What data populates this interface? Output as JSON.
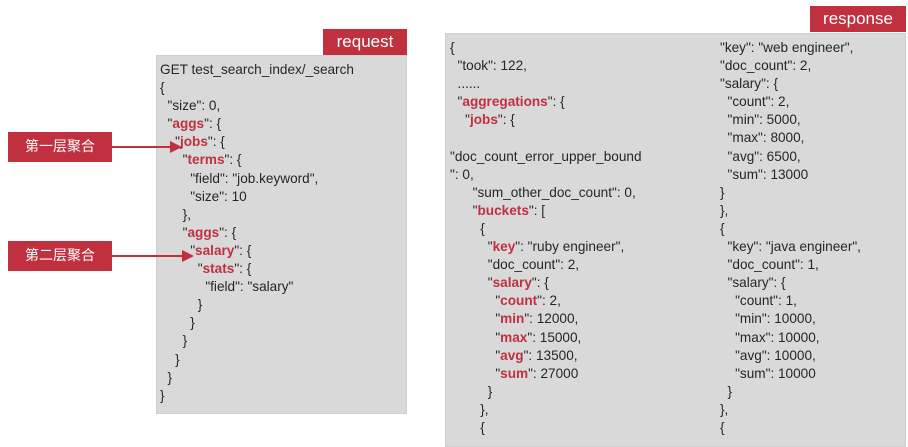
{
  "colors": {
    "accent": "#c0303f",
    "panel": "#d9d9d9",
    "text": "#262626"
  },
  "request": {
    "tab_label": "request",
    "lines": [
      [
        {
          "t": "GET test_search_index/_search"
        }
      ],
      [
        {
          "t": "{"
        }
      ],
      [
        {
          "t": "  \"size\": 0,"
        }
      ],
      [
        {
          "t": "  \""
        },
        {
          "t": "aggs",
          "k": true
        },
        {
          "t": "\": {"
        }
      ],
      [
        {
          "t": "    \""
        },
        {
          "t": "jobs",
          "k": true
        },
        {
          "t": "\": {"
        }
      ],
      [
        {
          "t": "      \""
        },
        {
          "t": "terms",
          "k": true
        },
        {
          "t": "\": {"
        }
      ],
      [
        {
          "t": "        \"field\": \"job.keyword\","
        }
      ],
      [
        {
          "t": "        \"size\": 10"
        }
      ],
      [
        {
          "t": "      },"
        }
      ],
      [
        {
          "t": "      \""
        },
        {
          "t": "aggs",
          "k": true
        },
        {
          "t": "\": {"
        }
      ],
      [
        {
          "t": "        \""
        },
        {
          "t": "salary",
          "k": true
        },
        {
          "t": "\": {"
        }
      ],
      [
        {
          "t": "          \""
        },
        {
          "t": "stats",
          "k": true
        },
        {
          "t": "\": {"
        }
      ],
      [
        {
          "t": "            \"field\": \"salary\""
        }
      ],
      [
        {
          "t": "          }"
        }
      ],
      [
        {
          "t": "        }"
        }
      ],
      [
        {
          "t": "      }"
        }
      ],
      [
        {
          "t": "    }"
        }
      ],
      [
        {
          "t": "  }"
        }
      ],
      [
        {
          "t": "}"
        }
      ]
    ]
  },
  "response": {
    "tab_label": "response",
    "left_lines": [
      [
        {
          "t": "{"
        }
      ],
      [
        {
          "t": "  \"took\": 122,"
        }
      ],
      [
        {
          "t": "  ......"
        }
      ],
      [
        {
          "t": "  \""
        },
        {
          "t": "aggregations",
          "k": true
        },
        {
          "t": "\": {"
        }
      ],
      [
        {
          "t": "    \""
        },
        {
          "t": "jobs",
          "k": true
        },
        {
          "t": "\": {"
        }
      ],
      [
        {
          "t": ""
        }
      ],
      [
        {
          "t": "\"doc_count_error_upper_bound"
        }
      ],
      [
        {
          "t": "\": 0,"
        }
      ],
      [
        {
          "t": "      \"sum_other_doc_count\": 0,"
        }
      ],
      [
        {
          "t": "      \""
        },
        {
          "t": "buckets",
          "k": true
        },
        {
          "t": "\": ["
        }
      ],
      [
        {
          "t": "        {"
        }
      ],
      [
        {
          "t": "          \""
        },
        {
          "t": "key",
          "k": true
        },
        {
          "t": "\": \"ruby engineer\","
        }
      ],
      [
        {
          "t": "          \"doc_count\": 2,"
        }
      ],
      [
        {
          "t": "          \""
        },
        {
          "t": "salary",
          "k": true
        },
        {
          "t": "\": {"
        }
      ],
      [
        {
          "t": "            \""
        },
        {
          "t": "count",
          "k": true
        },
        {
          "t": "\": 2,"
        }
      ],
      [
        {
          "t": "            \""
        },
        {
          "t": "min",
          "k": true
        },
        {
          "t": "\": 12000,"
        }
      ],
      [
        {
          "t": "            \""
        },
        {
          "t": "max",
          "k": true
        },
        {
          "t": "\": 15000,"
        }
      ],
      [
        {
          "t": "            \""
        },
        {
          "t": "avg",
          "k": true
        },
        {
          "t": "\": 13500,"
        }
      ],
      [
        {
          "t": "            \""
        },
        {
          "t": "sum",
          "k": true
        },
        {
          "t": "\": 27000"
        }
      ],
      [
        {
          "t": "          }"
        }
      ],
      [
        {
          "t": "        },"
        }
      ],
      [
        {
          "t": "        {"
        }
      ]
    ],
    "right_lines": [
      [
        {
          "t": "\"key\": \"web engineer\","
        }
      ],
      [
        {
          "t": "\"doc_count\": 2,"
        }
      ],
      [
        {
          "t": "\"salary\": {"
        }
      ],
      [
        {
          "t": "  \"count\": 2,"
        }
      ],
      [
        {
          "t": "  \"min\": 5000,"
        }
      ],
      [
        {
          "t": "  \"max\": 8000,"
        }
      ],
      [
        {
          "t": "  \"avg\": 6500,"
        }
      ],
      [
        {
          "t": "  \"sum\": 13000"
        }
      ],
      [
        {
          "t": "}"
        }
      ],
      [
        {
          "t": "},"
        }
      ],
      [
        {
          "t": "{"
        }
      ],
      [
        {
          "t": "  \"key\": \"java engineer\","
        }
      ],
      [
        {
          "t": "  \"doc_count\": 1,"
        }
      ],
      [
        {
          "t": "  \"salary\": {"
        }
      ],
      [
        {
          "t": "    \"count\": 1,"
        }
      ],
      [
        {
          "t": "    \"min\": 10000,"
        }
      ],
      [
        {
          "t": "    \"max\": 10000,"
        }
      ],
      [
        {
          "t": "    \"avg\": 10000,"
        }
      ],
      [
        {
          "t": "    \"sum\": 10000"
        }
      ],
      [
        {
          "t": "  }"
        }
      ],
      [
        {
          "t": "},"
        }
      ],
      [
        {
          "t": "{"
        }
      ]
    ]
  },
  "callouts": {
    "level1": "第一层聚合",
    "level2": "第二层聚合"
  }
}
